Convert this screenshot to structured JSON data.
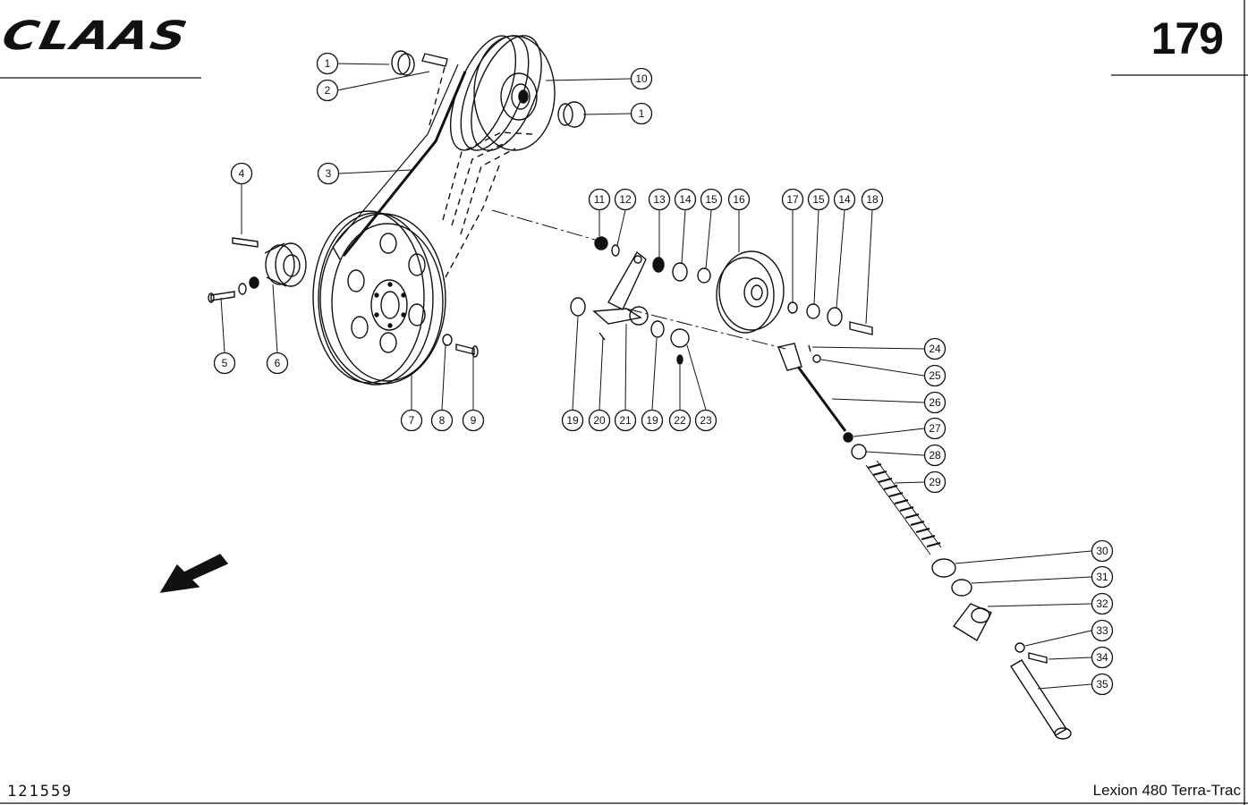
{
  "header": {
    "brand": "CLAAS",
    "page_number": "179"
  },
  "footer": {
    "drawing_number": "121559",
    "model": "Lexion 480 Terra-Trac"
  },
  "callouts": [
    {
      "id": "c1a",
      "label": "1"
    },
    {
      "id": "c2",
      "label": "2"
    },
    {
      "id": "c10",
      "label": "10"
    },
    {
      "id": "c1b",
      "label": "1"
    },
    {
      "id": "c3",
      "label": "3"
    },
    {
      "id": "c4",
      "label": "4"
    },
    {
      "id": "c5",
      "label": "5"
    },
    {
      "id": "c6",
      "label": "6"
    },
    {
      "id": "c7",
      "label": "7"
    },
    {
      "id": "c8",
      "label": "8"
    },
    {
      "id": "c9",
      "label": "9"
    },
    {
      "id": "c11",
      "label": "11"
    },
    {
      "id": "c12",
      "label": "12"
    },
    {
      "id": "c13",
      "label": "13"
    },
    {
      "id": "c14a",
      "label": "14"
    },
    {
      "id": "c15a",
      "label": "15"
    },
    {
      "id": "c16",
      "label": "16"
    },
    {
      "id": "c17",
      "label": "17"
    },
    {
      "id": "c15b",
      "label": "15"
    },
    {
      "id": "c14b",
      "label": "14"
    },
    {
      "id": "c18",
      "label": "18"
    },
    {
      "id": "c19a",
      "label": "19"
    },
    {
      "id": "c20",
      "label": "20"
    },
    {
      "id": "c21",
      "label": "21"
    },
    {
      "id": "c19b",
      "label": "19"
    },
    {
      "id": "c22",
      "label": "22"
    },
    {
      "id": "c23",
      "label": "23"
    },
    {
      "id": "c24",
      "label": "24"
    },
    {
      "id": "c25",
      "label": "25"
    },
    {
      "id": "c26",
      "label": "26"
    },
    {
      "id": "c27",
      "label": "27"
    },
    {
      "id": "c28",
      "label": "28"
    },
    {
      "id": "c29",
      "label": "29"
    },
    {
      "id": "c30",
      "label": "30"
    },
    {
      "id": "c31",
      "label": "31"
    },
    {
      "id": "c32",
      "label": "32"
    },
    {
      "id": "c33",
      "label": "33"
    },
    {
      "id": "c34",
      "label": "34"
    },
    {
      "id": "c35",
      "label": "35"
    }
  ]
}
